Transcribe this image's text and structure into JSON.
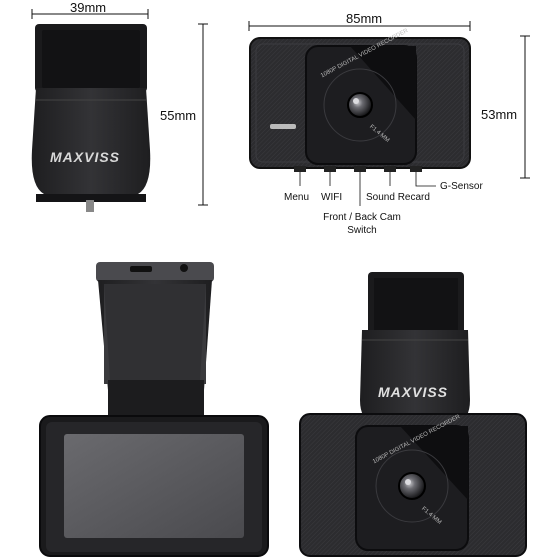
{
  "dimensions": {
    "side_width": "39mm",
    "front_width": "85mm",
    "side_height": "55mm",
    "front_height": "53mm"
  },
  "brand": "MAXVISS",
  "lens_ring_text": {
    "top": "1080P DIGITAL VIDEO RECORDER",
    "bottom": "F1.4 MM"
  },
  "buttons": {
    "menu": "Menu",
    "wifi": "WIFI",
    "switch_line1": "Front / Back Cam",
    "switch_line2": "Switch",
    "sound": "Sound Recard",
    "gsensor": "G-Sensor"
  },
  "colors": {
    "body": "#2a2a2c",
    "body_dark": "#161618",
    "screen": "#5a5a5e",
    "accent_white": "#e8e8e8"
  }
}
